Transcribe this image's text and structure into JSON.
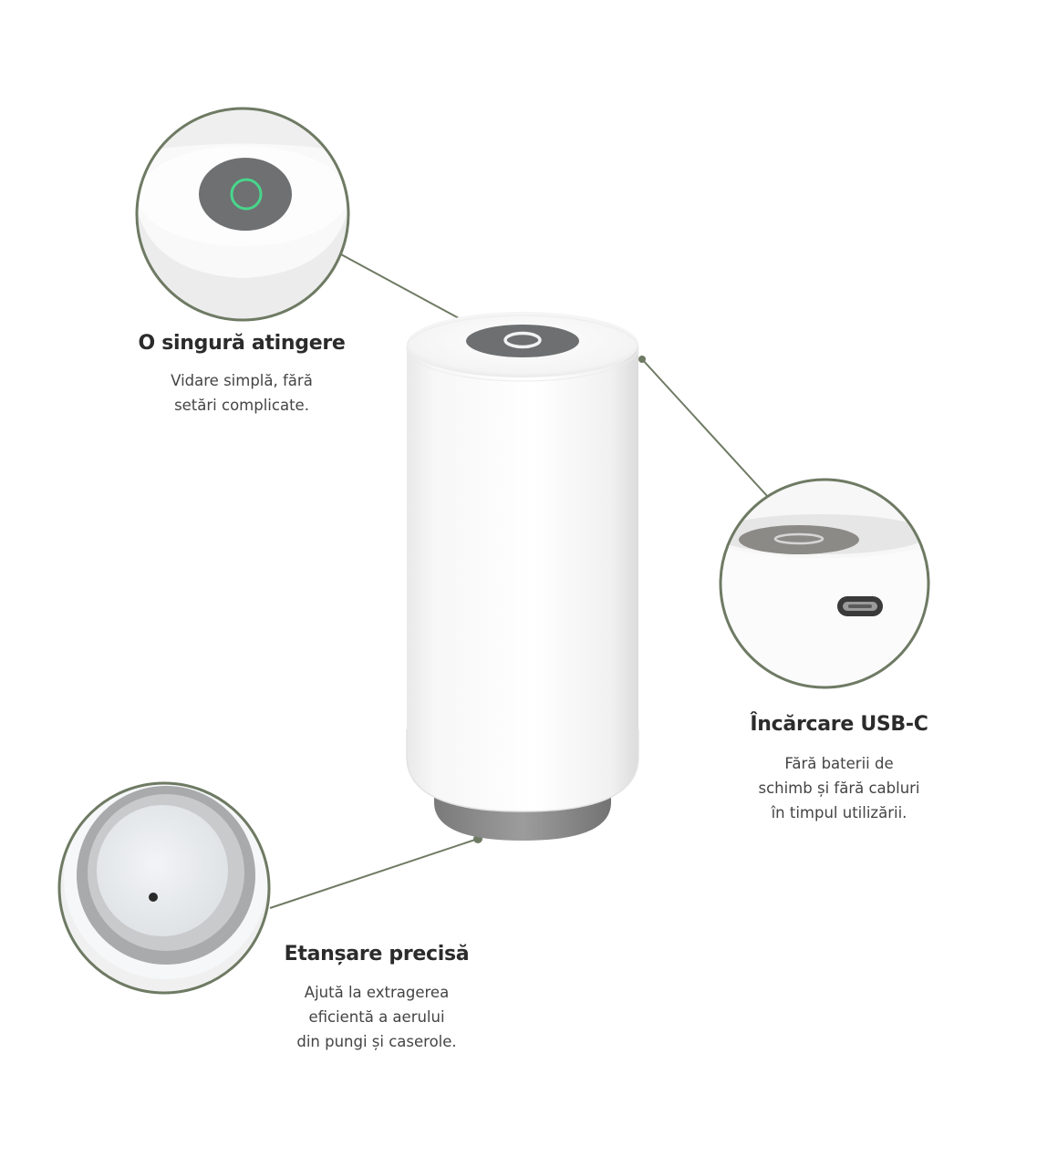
{
  "accent_color": "#6e7a63",
  "features": {
    "touch": {
      "title": "O singură atingere",
      "desc_lines": [
        "Vidare simplă, fără",
        "setări complicate."
      ]
    },
    "usb": {
      "title": "Încărcare USB-C",
      "desc_lines": [
        "Fără baterii de",
        "schimb și fără cabluri",
        "în timpul utilizării."
      ]
    },
    "seal": {
      "title": "Etanșare precisă",
      "desc_lines": [
        "Ajută la extragerea",
        "eficientă a aerului",
        "din pungi și caserole."
      ]
    }
  },
  "icons": {
    "power_button": "power-ring-icon",
    "usb_port": "usb-c-port-icon",
    "air_hole": "air-hole-icon"
  }
}
